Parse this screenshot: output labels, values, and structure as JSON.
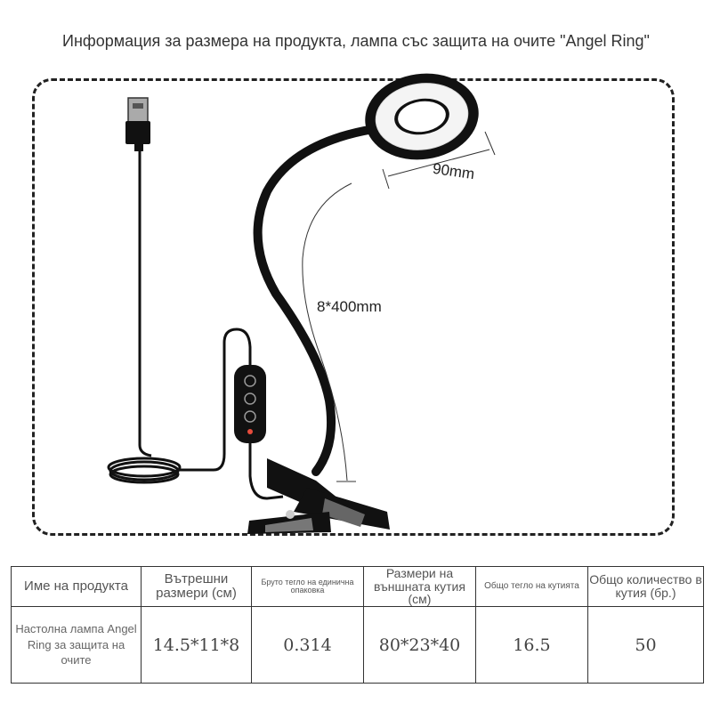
{
  "page": {
    "title": "Информация за размера на продукта, лампа със защита на очите \"Angel Ring\""
  },
  "dimensions": {
    "ring_width": "90mm",
    "gooseneck": "8*400mm"
  },
  "product_image": {
    "icons": [
      "usb-plug-icon",
      "ring-lamp-icon",
      "remote-control-icon",
      "clamp-icon"
    ],
    "colors": {
      "lamp_body": "#111111",
      "ring_light": "#f4f4f4",
      "frame_border": "#222222"
    }
  },
  "table": {
    "headers": [
      "Име на продукта",
      "Вътрешни размери (см)",
      "Бруто тегло на единична опаковка",
      "Размери на външната кутия (см)",
      "Общо тегло на кутията",
      "Общо количество в кутия (бр.)"
    ],
    "row": {
      "name": "Настолна лампа Angel Ring за защита на очите",
      "inner_size": "14.5*11*8",
      "gross_weight": "0.314",
      "outer_size": "80*23*40",
      "total_weight": "16.5",
      "quantity": "50"
    }
  }
}
